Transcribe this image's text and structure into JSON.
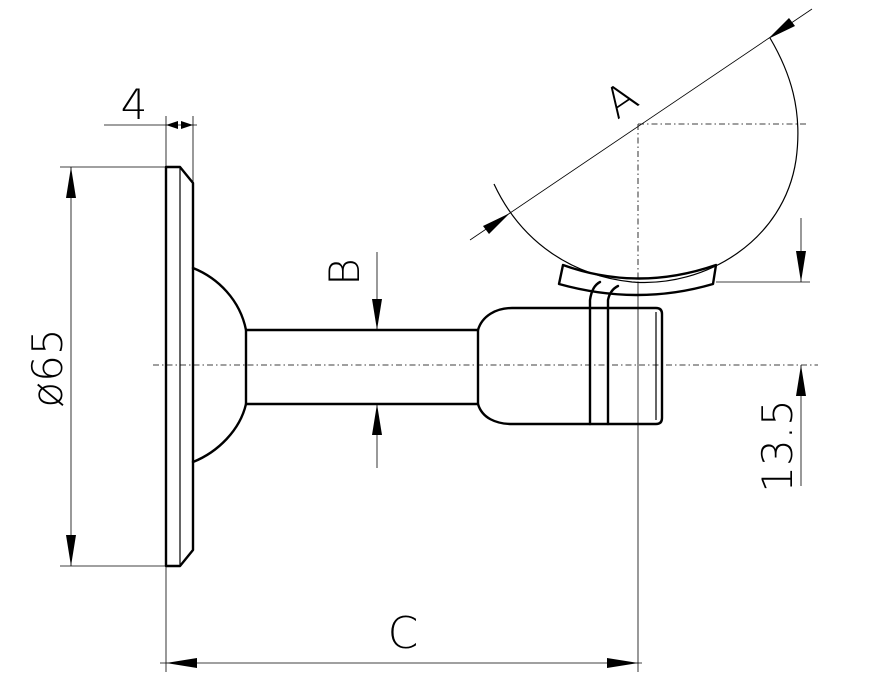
{
  "dimensions": {
    "flange_thickness": "4",
    "flange_diameter": "ø65",
    "stem_diameter": "B",
    "saddle_radius": "A",
    "projection": "C",
    "saddle_offset": "13.5"
  }
}
